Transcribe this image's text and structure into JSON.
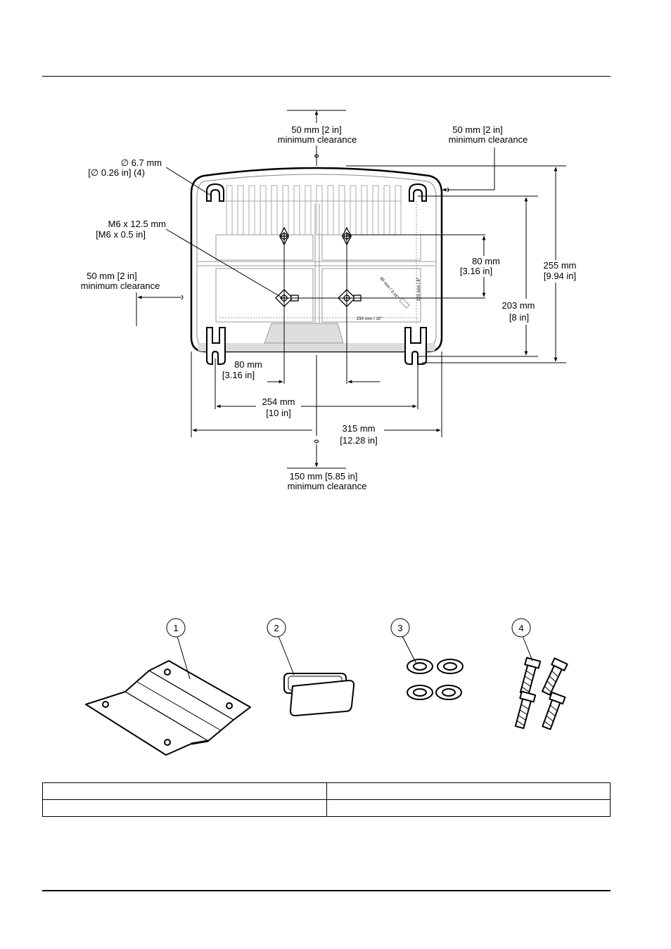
{
  "dimensions": {
    "top_clearance": [
      "50 mm [2 in]",
      "minimum  clearance"
    ],
    "right_top_clearance": [
      "50 mm [2 in]",
      "minimum  clearance"
    ],
    "left_clearance": [
      "50 mm [2 in]",
      "minimum  clearance"
    ],
    "bottom_clearance": [
      "150 mm [5.85 in]",
      "minimum  clearance"
    ],
    "hole_diameter": [
      "∅ 6.7 mm",
      "[∅ 0.26 in] (4)"
    ],
    "screw_size": [
      "M6 x 12.5 mm",
      "[M6 x 0.5 in]"
    ],
    "vertical_80": [
      "80 mm",
      "[3.16 in]"
    ],
    "height_255": [
      "255 mm",
      "[9.94 in]"
    ],
    "height_203": [
      "203 mm",
      "[8 in]"
    ],
    "bottom_80": [
      "80 mm",
      "[3.16 in]"
    ],
    "width_254": [
      "254 mm",
      "[10 in]"
    ],
    "width_315": [
      "315 mm",
      "[12.28 in]"
    ],
    "embossed_horizontal": "254 mm / 10\"",
    "embossed_vertical": "203 mm / 8\"",
    "embossed_diagonal": "80 mm / 3.16\""
  },
  "parts": {
    "callouts": [
      "1",
      "2",
      "3",
      "4"
    ]
  },
  "parts_table": {
    "rows": [
      [
        "",
        ""
      ],
      [
        "",
        ""
      ]
    ]
  }
}
